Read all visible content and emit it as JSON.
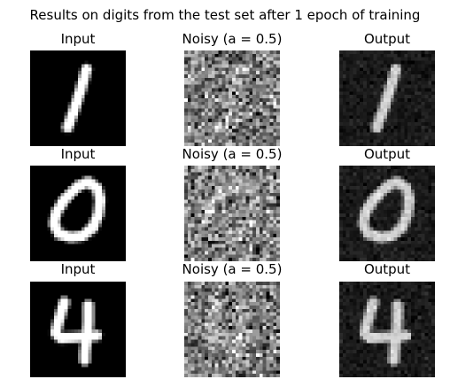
{
  "figure": {
    "suptitle": "Results on digits from the test set after 1 epoch of training",
    "rows": [
      {
        "digit": "1",
        "panels": [
          {
            "title": "Input",
            "kind": "clean"
          },
          {
            "title": "Noisy (a = 0.5)",
            "kind": "noisy"
          },
          {
            "title": "Output",
            "kind": "denoised"
          }
        ]
      },
      {
        "digit": "0",
        "panels": [
          {
            "title": "Input",
            "kind": "clean"
          },
          {
            "title": "Noisy (a = 0.5)",
            "kind": "noisy"
          },
          {
            "title": "Output",
            "kind": "denoised"
          }
        ]
      },
      {
        "digit": "4",
        "panels": [
          {
            "title": "Input",
            "kind": "clean"
          },
          {
            "title": "Noisy (a = 0.5)",
            "kind": "noisy"
          },
          {
            "title": "Output",
            "kind": "denoised"
          }
        ]
      }
    ],
    "colormap": "gray"
  }
}
